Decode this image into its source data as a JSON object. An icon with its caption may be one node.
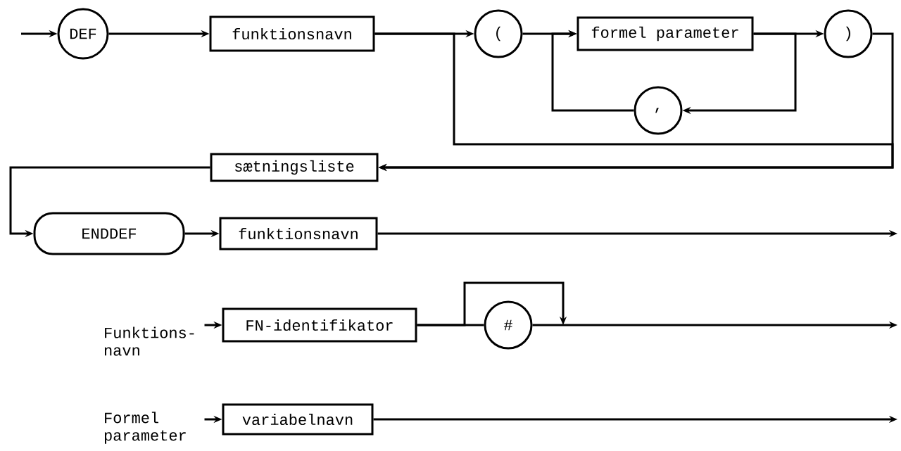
{
  "diagram": {
    "nodes": [
      {
        "text": [
          "DEF"
        ]
      },
      {
        "text": [
          "funktionsnavn"
        ]
      },
      {
        "text": [
          "("
        ]
      },
      {
        "text": [
          "formel parameter"
        ]
      },
      {
        "text": [
          ")"
        ]
      },
      {
        "text": [
          ","
        ]
      },
      {
        "text": [
          "sætningsliste"
        ]
      },
      {
        "text": [
          "ENDDEF"
        ]
      },
      {
        "text": [
          "funktionsnavn"
        ]
      },
      {
        "text": [
          "Funktions- navn"
        ]
      },
      {
        "text": [
          "FN-identifikator"
        ]
      },
      {
        "text": [
          "#"
        ]
      },
      {
        "text": [
          "Formel parameter"
        ]
      },
      {
        "text": [
          "variabelnavn"
        ]
      }
    ],
    "edges": [
      {
        "from": null,
        "to": 0,
        "arrow": "to"
      },
      {
        "from": 0,
        "to": 1,
        "arrow": "to"
      },
      {
        "from": 1,
        "to": 2,
        "arrow": "to"
      },
      {
        "from": 2,
        "to": 3,
        "arrow": "to"
      },
      {
        "from": 3,
        "to": 4,
        "arrow": "to"
      },
      {
        "from": 3,
        "to": 5,
        "arrow": "to"
      },
      {
        "from": 5,
        "to": 3,
        "arrow": "to"
      },
      {
        "from": 4,
        "to": 6,
        "arrow": "to"
      },
      {
        "from": 1,
        "to": 6,
        "arrow": "to"
      },
      {
        "from": 6,
        "to": 7,
        "arrow": "to"
      },
      {
        "from": 7,
        "to": 8,
        "arrow": "to"
      },
      {
        "from": 8,
        "to": null,
        "arrow": "to"
      },
      {
        "from": 9,
        "to": 10,
        "arrow": "to"
      },
      {
        "from": 10,
        "to": 11,
        "arrow": "none"
      },
      {
        "from": 11,
        "to": null,
        "arrow": "to"
      },
      {
        "from": 10,
        "to": null,
        "arrow": "to"
      },
      {
        "from": 12,
        "to": 13,
        "arrow": "to"
      },
      {
        "from": 13,
        "to": null,
        "arrow": "to"
      }
    ]
  }
}
